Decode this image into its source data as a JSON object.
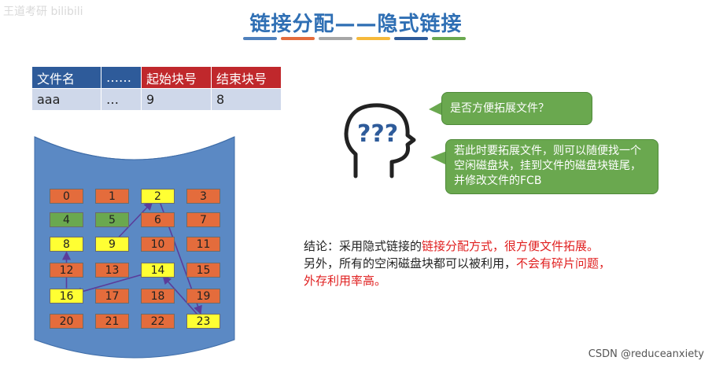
{
  "header": {
    "watermark": "王道考研 bilibili",
    "title": "链接分配——隐式链接"
  },
  "colors": {
    "title": "#2f6fb4",
    "table_header": "#2e5b9a",
    "table_header_red": "#c0282c",
    "disk": "#5b89c4",
    "block_orange": "#e46c3c",
    "block_green": "#6aa84f",
    "block_yellow": "#ffff33",
    "bubble": "#6aa84f",
    "arrow": "#5b3c9a"
  },
  "title_bar_colors": [
    "#4f81bd",
    "#e46c3c",
    "#a6a6a6",
    "#f6b93b",
    "#2e5b9a",
    "#6aa84f"
  ],
  "fcb_table": {
    "headers": [
      "文件名",
      "……",
      "起始块号",
      "结束块号"
    ],
    "row": [
      "aaa",
      "…",
      "9",
      "8"
    ]
  },
  "disk_blocks": [
    {
      "label": "0",
      "color": "orange"
    },
    {
      "label": "1",
      "color": "orange"
    },
    {
      "label": "2",
      "color": "yellow"
    },
    {
      "label": "3",
      "color": "orange"
    },
    {
      "label": "4",
      "color": "green"
    },
    {
      "label": "5",
      "color": "green"
    },
    {
      "label": "6",
      "color": "orange"
    },
    {
      "label": "7",
      "color": "orange"
    },
    {
      "label": "8",
      "color": "yellow"
    },
    {
      "label": "9",
      "color": "yellow"
    },
    {
      "label": "10",
      "color": "orange"
    },
    {
      "label": "11",
      "color": "orange"
    },
    {
      "label": "12",
      "color": "orange"
    },
    {
      "label": "13",
      "color": "orange"
    },
    {
      "label": "14",
      "color": "yellow"
    },
    {
      "label": "15",
      "color": "orange"
    },
    {
      "label": "16",
      "color": "yellow"
    },
    {
      "label": "17",
      "color": "orange"
    },
    {
      "label": "18",
      "color": "orange"
    },
    {
      "label": "19",
      "color": "orange"
    },
    {
      "label": "20",
      "color": "orange"
    },
    {
      "label": "21",
      "color": "orange"
    },
    {
      "label": "22",
      "color": "orange"
    },
    {
      "label": "23",
      "color": "yellow"
    }
  ],
  "chain": [
    "9",
    "2",
    "23",
    "14",
    "16",
    "8"
  ],
  "icons": {
    "head": "thinking-head-icon"
  },
  "bubble_question": "是否方便拓展文件？",
  "bubble_answer": "若此时要拓展文件，则可以随便找一个空闲磁盘块，挂到文件的磁盘块链尾，并修改文件的FCB",
  "conclusion": {
    "p1_a": "结论：采用隐式链接的",
    "p1_b": "链接分配方式，很方便文件拓展。",
    "p2_a": "另外，所有的空闲磁盘块都可以被利用，",
    "p2_b": "不会有碎片问题，",
    "p2_c": "外存利用率高。"
  },
  "footer": {
    "credit": "CSDN @reduceanxiety"
  }
}
